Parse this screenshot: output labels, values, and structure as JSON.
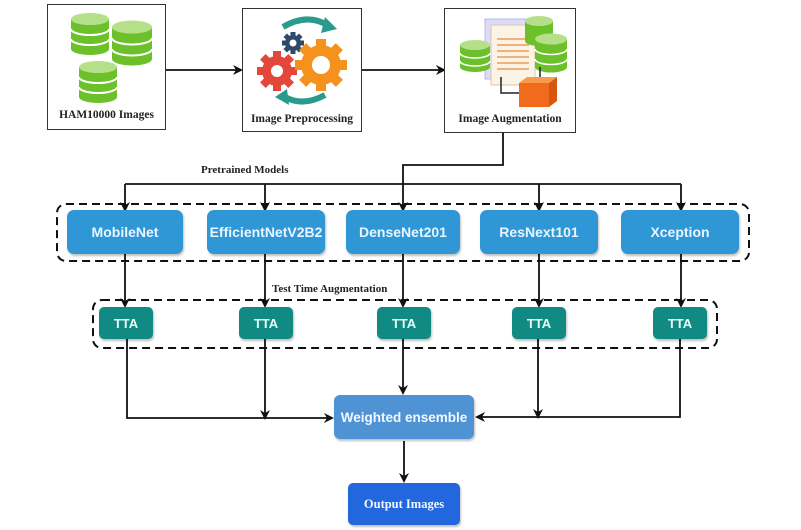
{
  "pipeline": {
    "stages": [
      {
        "id": "dataset",
        "label": "HAM10000 Images",
        "icon": "database-stack-icon"
      },
      {
        "id": "preprocessing",
        "label": "Image Preprocessing",
        "icon": "gears-cycle-icon"
      },
      {
        "id": "augmentation",
        "label": "Image Augmentation",
        "icon": "documents-databases-icon"
      }
    ],
    "groups": {
      "pretrained_label": "Pretrained Models",
      "tta_label": "Test Time Augmentation"
    },
    "models": [
      {
        "label": "MobileNet"
      },
      {
        "label": "EfficientNetV2B2"
      },
      {
        "label": "DenseNet201"
      },
      {
        "label": "ResNext101"
      },
      {
        "label": "Xception"
      }
    ],
    "tta": [
      {
        "label": "TTA"
      },
      {
        "label": "TTA"
      },
      {
        "label": "TTA"
      },
      {
        "label": "TTA"
      },
      {
        "label": "TTA"
      }
    ],
    "ensemble": {
      "label": "Weighted ensemble"
    },
    "output": {
      "label": "Output Images"
    },
    "colors": {
      "model": "#2f97d6",
      "tta": "#118a83",
      "ensemble": "#4f93d4",
      "output": "#2367de",
      "db_green": "#6cc02a",
      "gear_orange": "#f5921e",
      "gear_red": "#e2473a",
      "arrow_teal": "#2a9a8c",
      "box_orange": "#f26a1b"
    }
  }
}
